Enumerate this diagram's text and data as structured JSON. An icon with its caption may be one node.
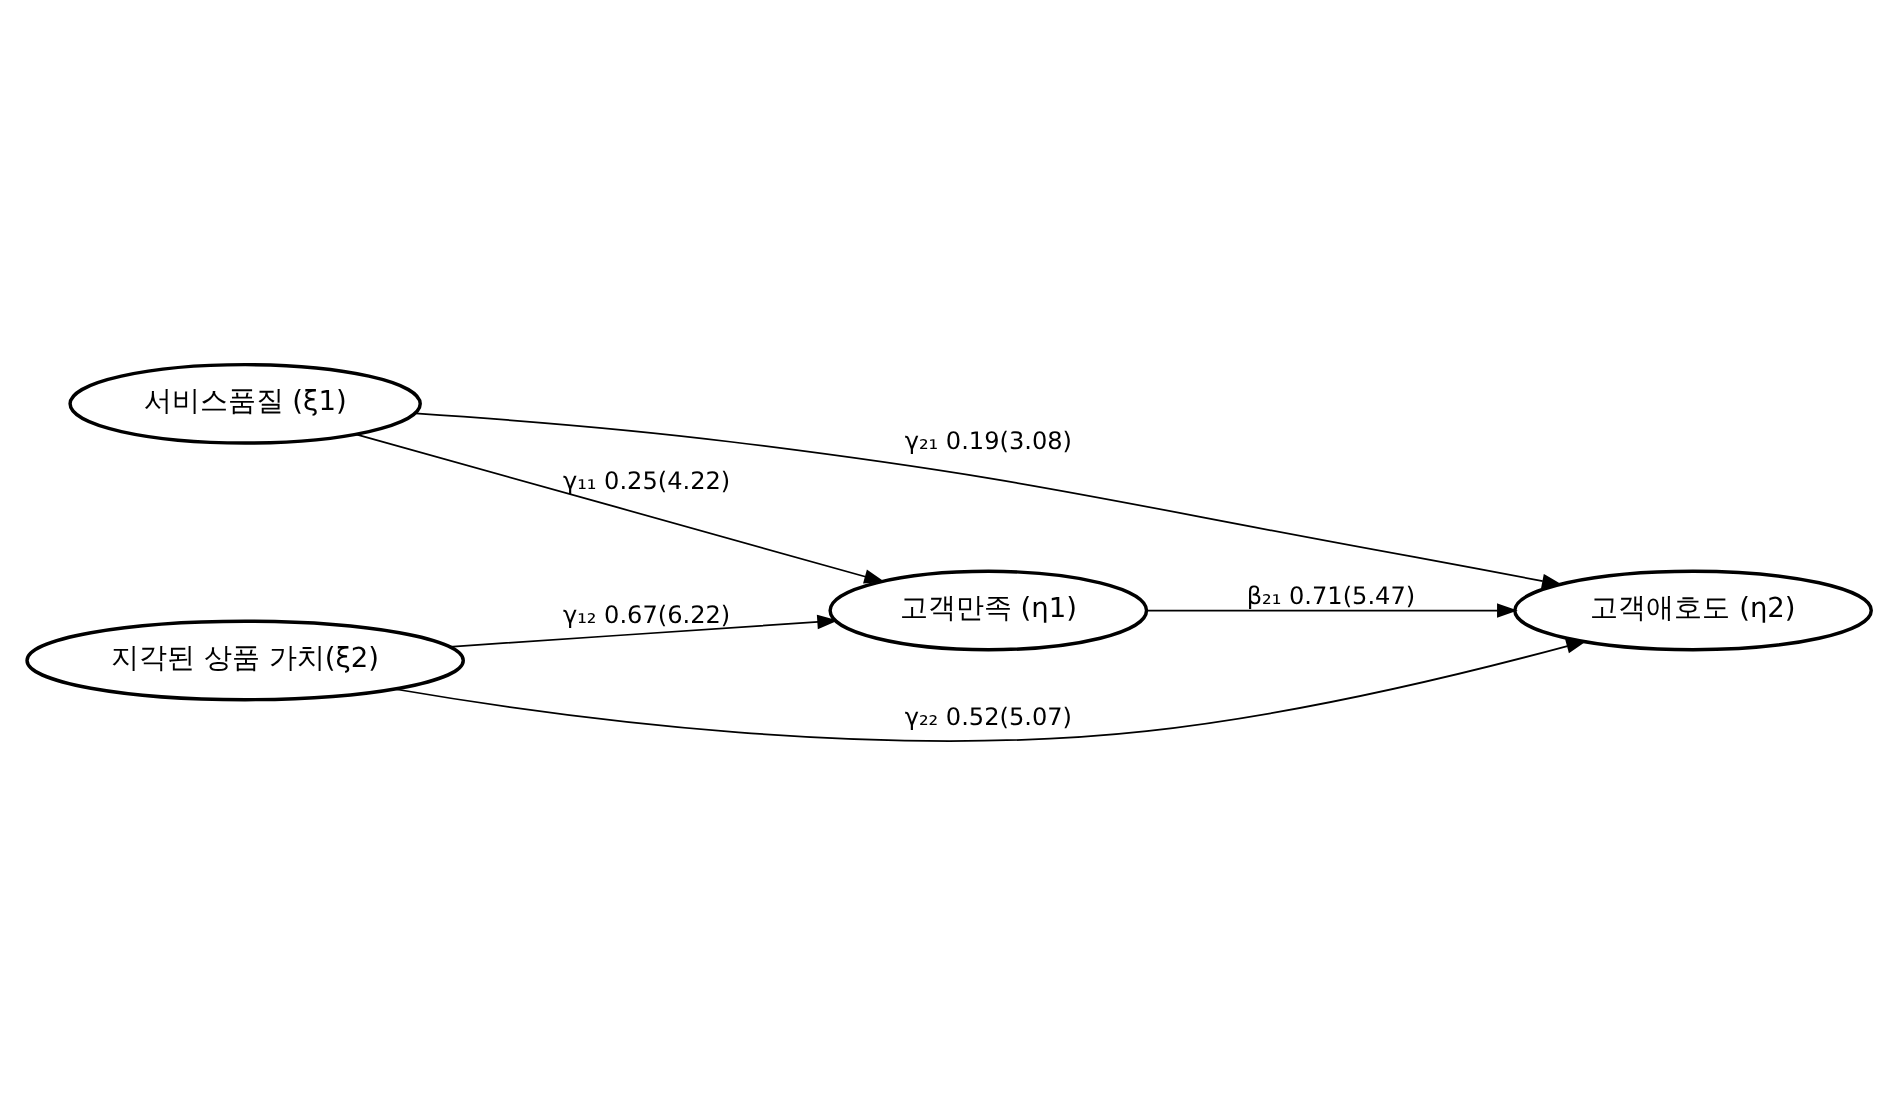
{
  "diagram": {
    "nodes": [
      {
        "text": [
          "서비스품질 (ξ1)"
        ]
      },
      {
        "text": [
          "고객만족 (η1)"
        ]
      },
      {
        "text": [
          "고객애호도 (η2)"
        ]
      },
      {
        "text": [
          "지각된 상품 가치(ξ2)"
        ]
      }
    ],
    "edges": [
      {
        "from": 0,
        "to": 2,
        "arrow": "to",
        "label": "γ₂₁ 0.19(3.08)"
      },
      {
        "from": 0,
        "to": 1,
        "arrow": "to",
        "label": "γ₁₁ 0.25(4.22)"
      },
      {
        "from": 1,
        "to": 2,
        "arrow": "to",
        "label": "β₂₁ 0.71(5.47)"
      },
      {
        "from": 3,
        "to": 1,
        "arrow": "to",
        "label": "γ₁₂ 0.67(6.22)"
      },
      {
        "from": 3,
        "to": 2,
        "arrow": "to",
        "label": "γ₂₂ 0.52(5.07)"
      }
    ]
  }
}
